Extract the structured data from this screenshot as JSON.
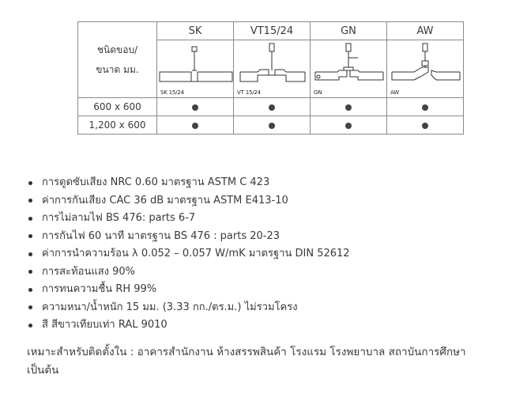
{
  "table": {
    "header_label_line1": "ชนิดขอบ/",
    "header_label_line2": "ขนาด มม.",
    "types": [
      {
        "name": "SK",
        "code": "SK 15/24"
      },
      {
        "name": "VT15/24",
        "code": "VT 15/24"
      },
      {
        "name": "GN",
        "code": "GN"
      },
      {
        "name": "AW",
        "code": "AW"
      }
    ],
    "rows": [
      {
        "size": "600 x 600",
        "available": [
          true,
          true,
          true,
          true
        ]
      },
      {
        "size": "1,200 x 600",
        "available": [
          true,
          true,
          true,
          true
        ]
      }
    ]
  },
  "features": [
    "การดูดซับเสียง NRC 0.60 มาตรฐาน ASTM C 423",
    "ค่าการกันเสียง CAC 36 dB มาตรฐาน ASTM E413-10",
    "การไม่ลามไฟ BS 476: parts 6-7",
    "การกันไฟ 60 นาที มาตรฐาน BS 476 : parts 20-23",
    "ค่าการนำความร้อน λ 0.052 – 0.057 W/mK มาตรฐาน DIN 52612",
    "การสะท้อนแสง 90%",
    "การทนความชื้น RH 99%",
    "ความหนา/น้ำหนัก 15 มม. (3.33 กก./ตร.ม.) ไม่รวมโครง",
    "สี สีขาวเทียบเท่า RAL 9010"
  ],
  "suitable_for": "เหมาะสำหรับติดตั้งใน : อาคารสำนักงาน ห้างสรรพสินค้า โรงแรม โรงพยาบาล สถาบันการศึกษา เป็นต้น"
}
